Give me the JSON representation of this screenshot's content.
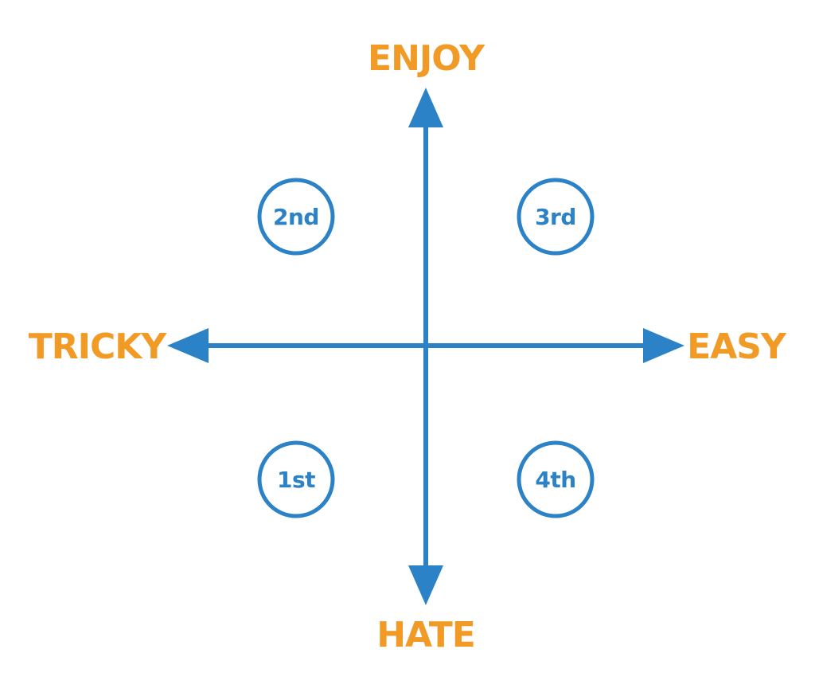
{
  "colors": {
    "axis": "#2b82c7",
    "label": "#f19a25"
  },
  "axes": {
    "top": "ENJOY",
    "bottom": "HATE",
    "left": "TRICKY",
    "right": "EASY"
  },
  "quadrants": {
    "top_left": "2nd",
    "top_right": "3rd",
    "bottom_left": "1st",
    "bottom_right": "4th"
  }
}
